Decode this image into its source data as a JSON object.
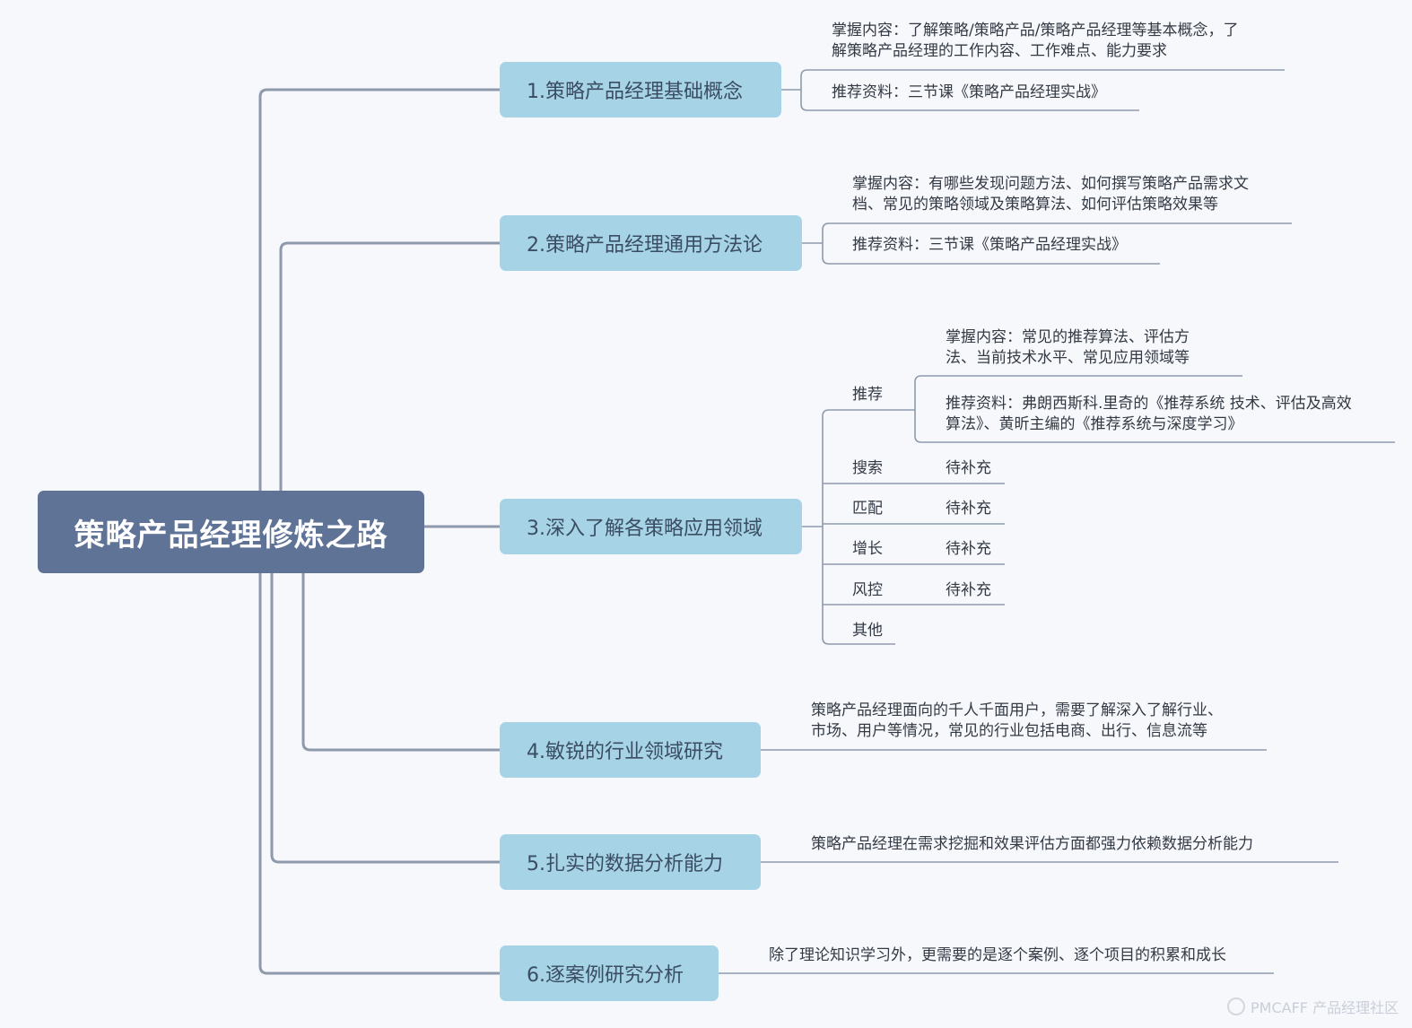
{
  "root": {
    "title": "策略产品经理修炼之路"
  },
  "branches": [
    {
      "label": "1.策略产品经理基础概念"
    },
    {
      "label": "2.策略产品经理通用方法论"
    },
    {
      "label": "3.深入了解各策略应用领域"
    },
    {
      "label": "4.敏锐的行业领域研究"
    },
    {
      "label": "5.扎实的数据分析能力"
    },
    {
      "label": "6.逐案例研究分析"
    }
  ],
  "b1": {
    "master_l1": "掌握内容：了解策略/策略产品/策略产品经理等基本概念，了",
    "master_l2": "解策略产品经理的工作内容、工作难点、能力要求",
    "resource": "推荐资料：三节课《策略产品经理实战》"
  },
  "b2": {
    "master_l1": "掌握内容：有哪些发现问题方法、如何撰写策略产品需求文",
    "master_l2": "档、常见的策略领域及策略算法、如何评估策略效果等",
    "resource": "推荐资料：三节课《策略产品经理实战》"
  },
  "b3": {
    "recommend": {
      "label": "推荐",
      "master_l1": "掌握内容：常见的推荐算法、评估方",
      "master_l2": "法、当前技术水平、常见应用领域等",
      "resource_l1": "推荐资料：弗朗西斯科.里奇的《推荐系统 技术、评估及高效",
      "resource_l2": "算法》、黄昕主编的《推荐系统与深度学习》"
    },
    "subs": [
      {
        "label": "搜索",
        "status": "待补充"
      },
      {
        "label": "匹配",
        "status": "待补充"
      },
      {
        "label": "增长",
        "status": "待补充"
      },
      {
        "label": "风控",
        "status": "待补充"
      },
      {
        "label": "其他"
      }
    ]
  },
  "b4": {
    "note_l1": "策略产品经理面向的千人千面用户，需要了解深入了解行业、",
    "note_l2": "市场、用户等情况，常见的行业包括电商、出行、信息流等"
  },
  "b5": {
    "note": "策略产品经理在需求挖掘和效果评估方面都强力依赖数据分析能力"
  },
  "b6": {
    "note": "除了理论知识学习外，更需要的是逐个案例、逐个项目的积累和成长"
  },
  "watermark": "PMCAFF 产品经理社区",
  "colors": {
    "root_bg": "#5f7397",
    "branch_bg": "#a6d3e6",
    "connector": "#8e9aab",
    "background": "#f7f8fc"
  }
}
